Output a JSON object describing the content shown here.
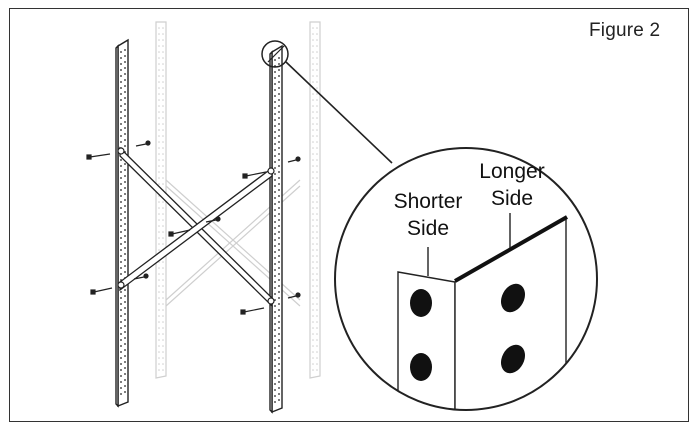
{
  "figure": {
    "label": "Figure 2",
    "callout": {
      "shorter_side_line1": "Shorter",
      "shorter_side_line2": "Side",
      "longer_side_line1": "Longer",
      "longer_side_line2": "Side"
    }
  },
  "colors": {
    "line": "#222222",
    "faded": "#cfcfcf",
    "hole": "#111111",
    "background": "#ffffff"
  }
}
